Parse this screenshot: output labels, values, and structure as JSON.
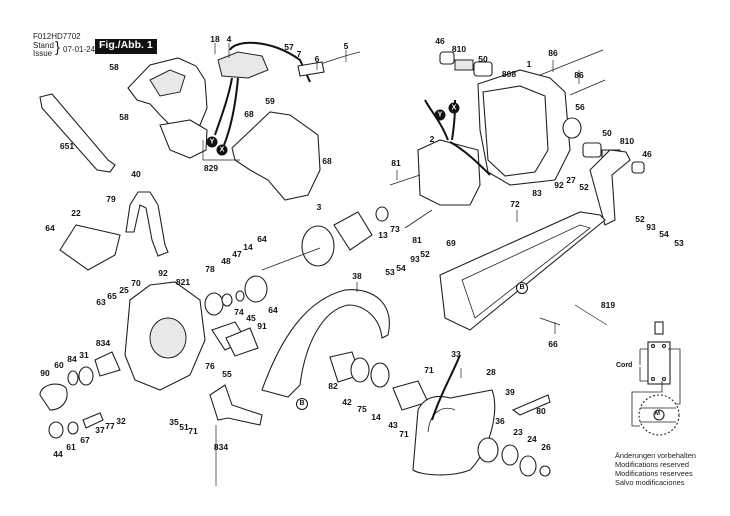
{
  "header": {
    "doc_number": "F012HD7702",
    "stand_label": "Stand",
    "issue_label": "Issue",
    "date": "07-01-24",
    "figure_label": "Fig./Abb. 1"
  },
  "notes": [
    "Änderungen vorbehalten",
    "Modifications reserved",
    "Modifications reservees",
    "Salvo modificaciones"
  ],
  "wiring": {
    "cord_label": "Cord",
    "motor_symbol": "M"
  },
  "markers": [
    {
      "id": "Y",
      "style": "filled"
    },
    {
      "id": "X",
      "style": "filled"
    },
    {
      "id": "Y",
      "style": "filled"
    },
    {
      "id": "X",
      "style": "filled"
    },
    {
      "id": "B",
      "style": "outline"
    },
    {
      "id": "B",
      "style": "outline"
    }
  ],
  "parts": [
    {
      "n": "18"
    },
    {
      "n": "4"
    },
    {
      "n": "57"
    },
    {
      "n": "7"
    },
    {
      "n": "5"
    },
    {
      "n": "6"
    },
    {
      "n": "58"
    },
    {
      "n": "58"
    },
    {
      "n": "59"
    },
    {
      "n": "651"
    },
    {
      "n": "68"
    },
    {
      "n": "829"
    },
    {
      "n": "68"
    },
    {
      "n": "46"
    },
    {
      "n": "810"
    },
    {
      "n": "50"
    },
    {
      "n": "808"
    },
    {
      "n": "1"
    },
    {
      "n": "86"
    },
    {
      "n": "86"
    },
    {
      "n": "56"
    },
    {
      "n": "50"
    },
    {
      "n": "810"
    },
    {
      "n": "46"
    },
    {
      "n": "2"
    },
    {
      "n": "81"
    },
    {
      "n": "92"
    },
    {
      "n": "27"
    },
    {
      "n": "52"
    },
    {
      "n": "83"
    },
    {
      "n": "52"
    },
    {
      "n": "93"
    },
    {
      "n": "54"
    },
    {
      "n": "53"
    },
    {
      "n": "40"
    },
    {
      "n": "79"
    },
    {
      "n": "22"
    },
    {
      "n": "64"
    },
    {
      "n": "3"
    },
    {
      "n": "13"
    },
    {
      "n": "73"
    },
    {
      "n": "81"
    },
    {
      "n": "72"
    },
    {
      "n": "69"
    },
    {
      "n": "92"
    },
    {
      "n": "821"
    },
    {
      "n": "70"
    },
    {
      "n": "25"
    },
    {
      "n": "65"
    },
    {
      "n": "63"
    },
    {
      "n": "78"
    },
    {
      "n": "48"
    },
    {
      "n": "47"
    },
    {
      "n": "14"
    },
    {
      "n": "64"
    },
    {
      "n": "64"
    },
    {
      "n": "38"
    },
    {
      "n": "53"
    },
    {
      "n": "54"
    },
    {
      "n": "93"
    },
    {
      "n": "52"
    },
    {
      "n": "819"
    },
    {
      "n": "66"
    },
    {
      "n": "74"
    },
    {
      "n": "45"
    },
    {
      "n": "91"
    },
    {
      "n": "834"
    },
    {
      "n": "31"
    },
    {
      "n": "84"
    },
    {
      "n": "60"
    },
    {
      "n": "90"
    },
    {
      "n": "76"
    },
    {
      "n": "55"
    },
    {
      "n": "35"
    },
    {
      "n": "51"
    },
    {
      "n": "71"
    },
    {
      "n": "37"
    },
    {
      "n": "77"
    },
    {
      "n": "32"
    },
    {
      "n": "67"
    },
    {
      "n": "61"
    },
    {
      "n": "44"
    },
    {
      "n": "834"
    },
    {
      "n": "82"
    },
    {
      "n": "42"
    },
    {
      "n": "75"
    },
    {
      "n": "14"
    },
    {
      "n": "43"
    },
    {
      "n": "71"
    },
    {
      "n": "71"
    },
    {
      "n": "33"
    },
    {
      "n": "28"
    },
    {
      "n": "39"
    },
    {
      "n": "80"
    },
    {
      "n": "36"
    },
    {
      "n": "23"
    },
    {
      "n": "24"
    },
    {
      "n": "26"
    }
  ]
}
